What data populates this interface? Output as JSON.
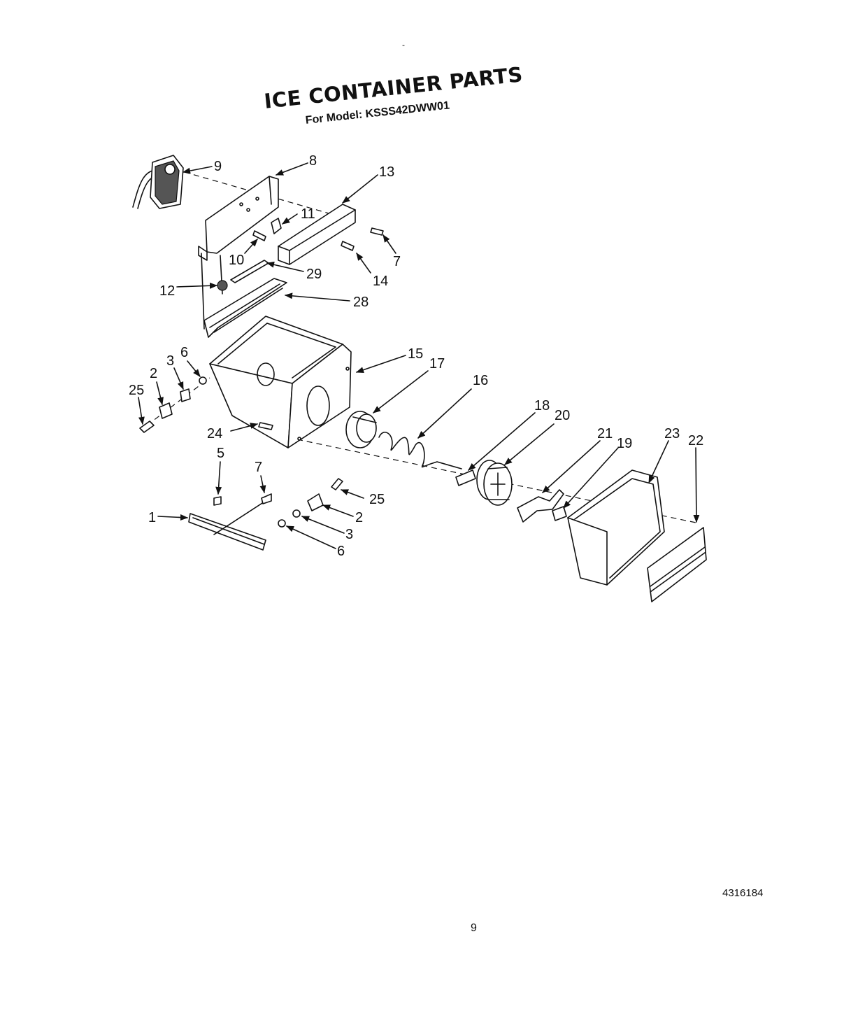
{
  "title": "ICE CONTAINER PARTS",
  "subtitle": "For Model: KSSS42DWW01",
  "top_mark": "-",
  "document_number": "4316184",
  "page_number": "9",
  "callouts": {
    "c9": "9",
    "c8": "8",
    "c13": "13",
    "c11": "11",
    "c7a": "7",
    "c10": "10",
    "c29": "29",
    "c14": "14",
    "c12": "12",
    "c28": "28",
    "c6a": "6",
    "c3a": "3",
    "c2a": "2",
    "c25a": "25",
    "c15": "15",
    "c17": "17",
    "c16": "16",
    "c24": "24",
    "c18": "18",
    "c20": "20",
    "c21": "21",
    "c19": "19",
    "c23": "23",
    "c22": "22",
    "c5": "5",
    "c7b": "7",
    "c25b": "25",
    "c2b": "2",
    "c1": "1",
    "c3b": "3",
    "c6b": "6"
  }
}
